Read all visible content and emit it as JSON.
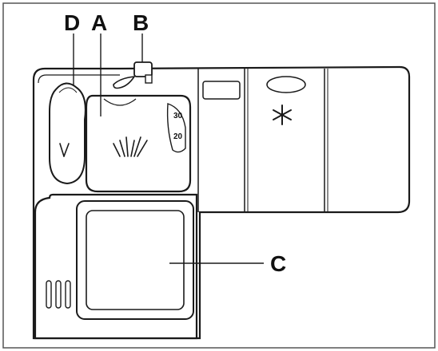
{
  "labels": {
    "a": "A",
    "b": "B",
    "c": "C",
    "d": "D"
  },
  "dose_marks": {
    "high": "30",
    "low": "20"
  },
  "icons": {
    "snowflake": "rinse-aid-symbol",
    "detergent": "detergent-symbol"
  },
  "colors": {
    "line": "#1a1a1a",
    "fill": "#ffffff",
    "frame": "#555555"
  }
}
